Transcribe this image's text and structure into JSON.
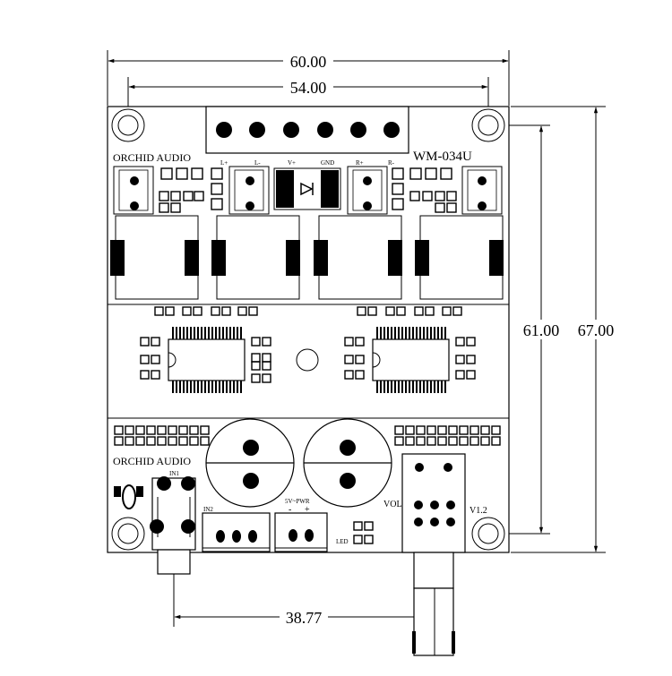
{
  "dimensions": {
    "overall_width": "60.00",
    "hole_spacing_x": "54.00",
    "hole_spacing_y": "61.00",
    "overall_height": "67.00",
    "jack_to_pot": "38.77"
  },
  "board": {
    "brand_top": "ORCHID AUDIO",
    "brand_bottom": "ORCHID AUDIO",
    "model": "WM-034U",
    "version": "V1.2"
  },
  "labels": {
    "term_l_plus": "L+",
    "term_l_minus": "L-",
    "term_v_plus": "V+",
    "term_gnd": "GND",
    "term_r_plus": "R+",
    "term_r_minus": "R-",
    "in1": "IN1",
    "in2": "IN2",
    "pwr": "5V~PWR",
    "pwr_minus": "-",
    "pwr_plus": "+",
    "vol": "VOL",
    "led": "LED"
  }
}
